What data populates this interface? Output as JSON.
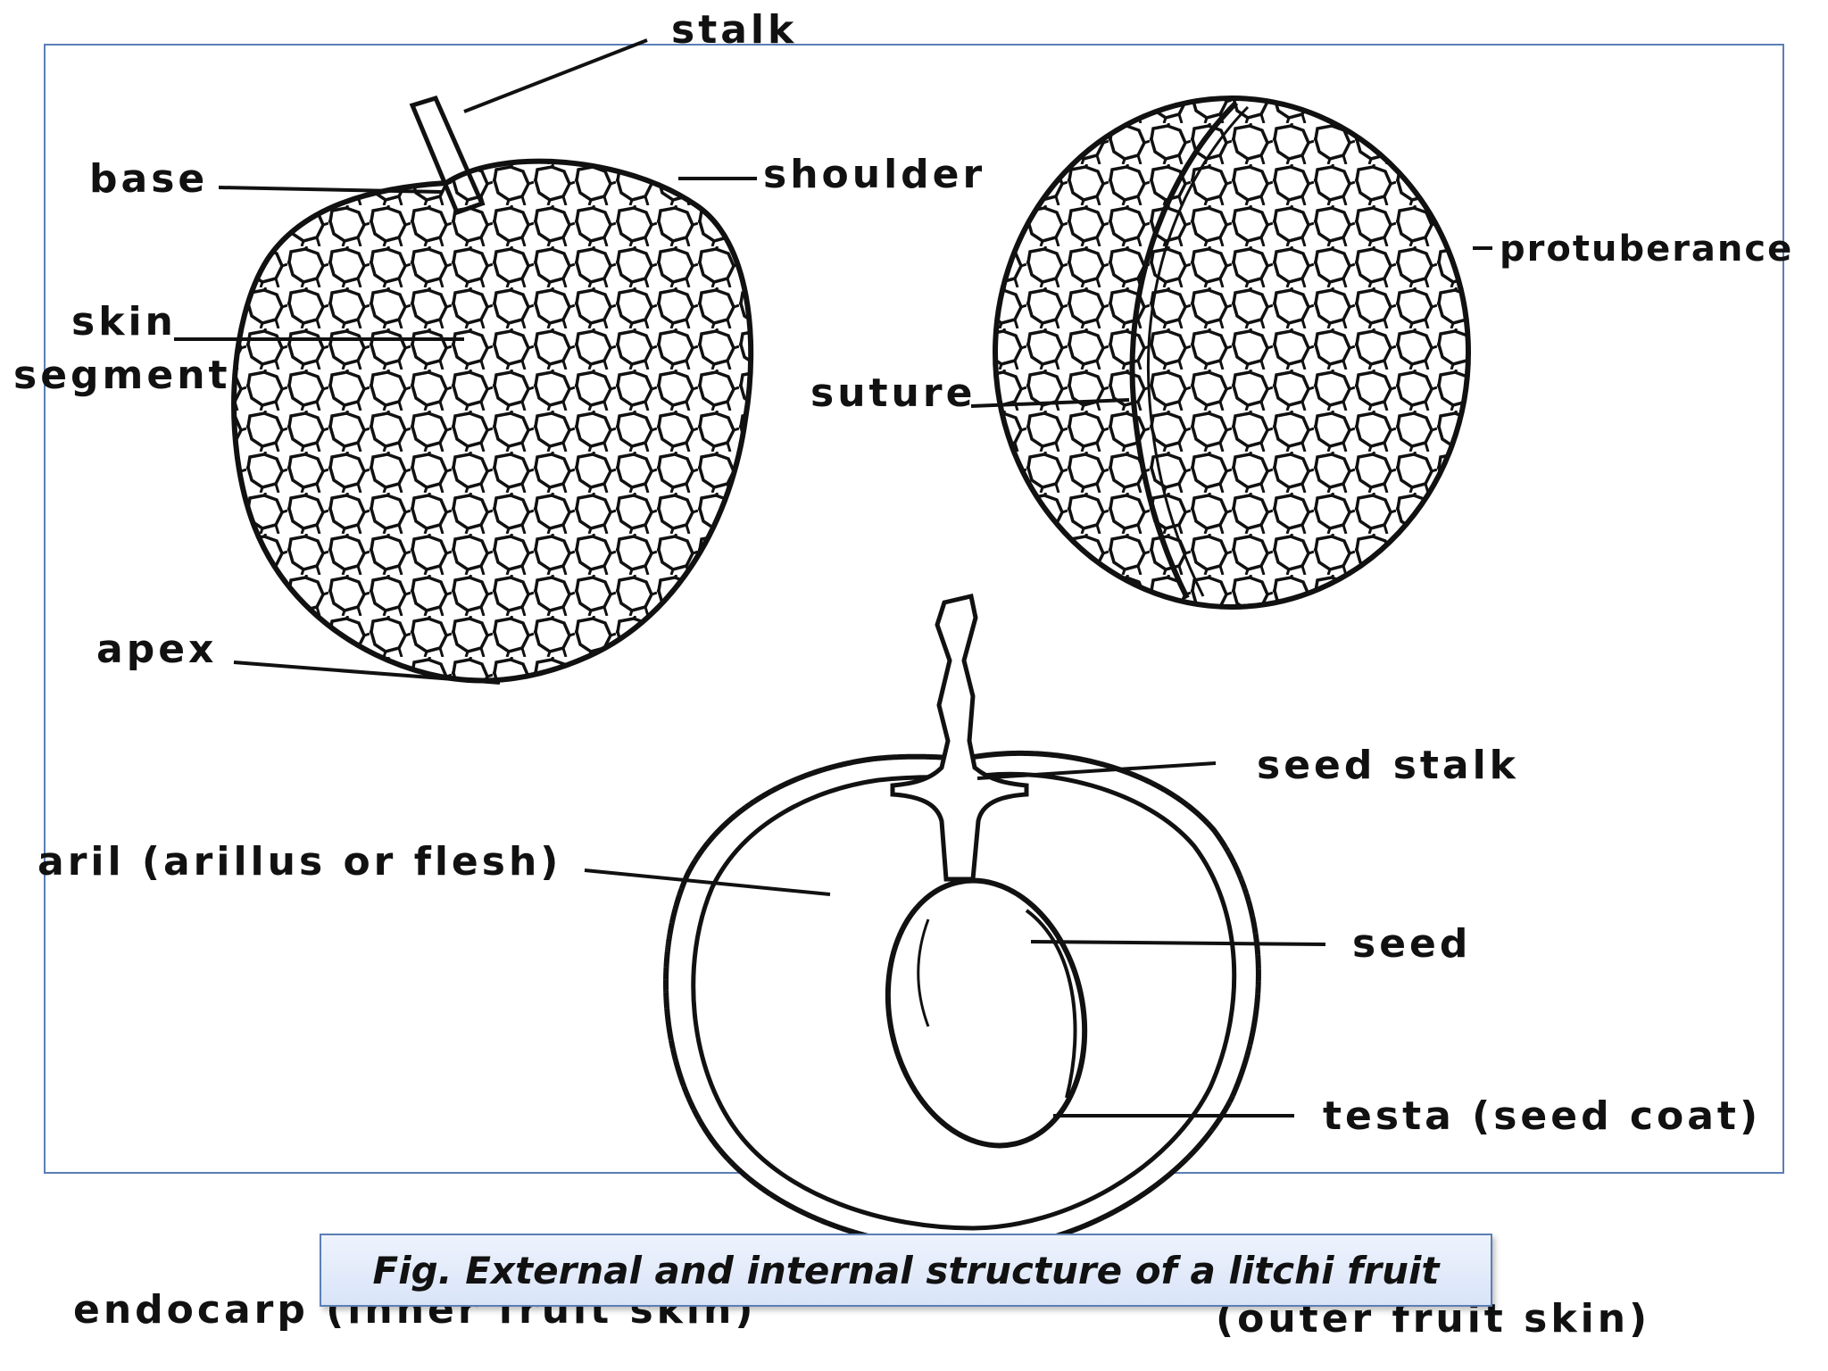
{
  "colors": {
    "frame": "#5b7fb5",
    "ink": "#111111",
    "caption_bg": "#e3ebfa"
  },
  "labels": {
    "stalk": "stalk",
    "base": "base",
    "shoulder": "shoulder",
    "skin": "skin",
    "segment": "segment",
    "apex": "apex",
    "protuberance": "protuberance",
    "suture": "suture",
    "seed_stalk": "seed stalk",
    "aril": "aril (arillus or flesh)",
    "seed": "seed",
    "testa": "testa (seed coat)",
    "endocarp": "endocarp (inner fruit skin)",
    "pericarp": "(outer fruit skin)"
  },
  "caption": "Fig.  External and internal structure of a litchi fruit"
}
